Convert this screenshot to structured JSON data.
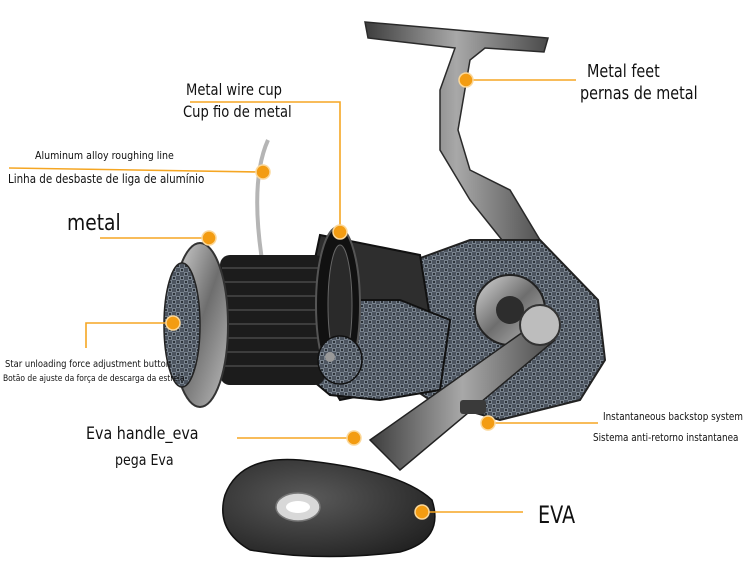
{
  "labels": {
    "metal_wire_cup_en": "Metal wire cup",
    "metal_wire_cup_pt": "Cup fio de metal",
    "metal_feet_en": "Metal feet",
    "metal_feet_pt": "pernas de metal",
    "roughing_line_en": "Aluminum alloy roughing line",
    "roughing_line_pt": "Linha de desbaste de liga de alumínio",
    "metal": "metal",
    "star_button_en": "Star unloading force adjustment button",
    "star_button_pt": "Botão de ajuste da força de descarga da estrela",
    "eva_handle_en": "Eva handle_eva",
    "eva_handle_pt": "pega Eva",
    "backstop_en": "Instantaneous backstop system",
    "backstop_pt": "Sistema anti-retorno instantanea",
    "eva": "EVA"
  },
  "colors": {
    "leader_line": "#f5a623",
    "dot": "#f39c12",
    "reel_metal": "#8c8c8c",
    "reel_dark": "#2b2b2b",
    "carbon_pattern": "#5a6470",
    "handle_knob": "#3a3a3a"
  }
}
